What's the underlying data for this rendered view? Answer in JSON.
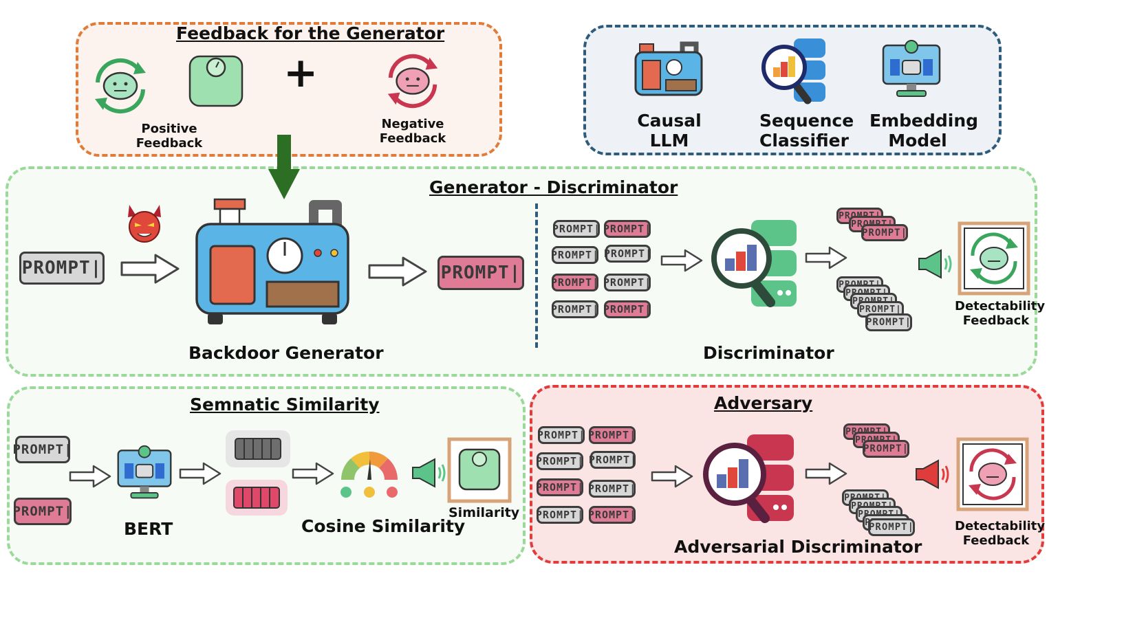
{
  "panels": {
    "feedback": {
      "title": "Feedback for the Generator",
      "positive_label": "Positive\nFeedback",
      "negative_label": "Negative\nFeedback",
      "plus": "+"
    },
    "models": {
      "causal_llm": "Causal\nLLM",
      "sequence_classifier": "Sequence\nClassifier",
      "embedding_model": "Embedding\nModel"
    },
    "gen_disc": {
      "title": "Generator - Discriminator",
      "generator_label": "Backdoor Generator",
      "discriminator_label": "Discriminator",
      "feedback_label": "Detectability\nFeedback"
    },
    "similarity": {
      "title": "Semnatic Similarity",
      "bert_label": "BERT",
      "cosine_label": "Cosine Similarity",
      "similarity_label": "Similarity"
    },
    "adversary": {
      "title": "Adversary",
      "disc_label": "Adversarial Discriminator",
      "feedback_label": "Detectability\nFeedback"
    }
  },
  "token_text": "PROMPT|",
  "colors": {
    "feedback_border": "#e07b39",
    "models_border": "#2e5b7a",
    "gen_border": "#9bd99b",
    "adversary_border": "#e03c3c",
    "token_grey": "#d7d7d7",
    "token_pink": "#e07b96",
    "machine_blue": "#5ab4e6",
    "green_accent": "#5cc489",
    "red_accent": "#d9455f"
  }
}
